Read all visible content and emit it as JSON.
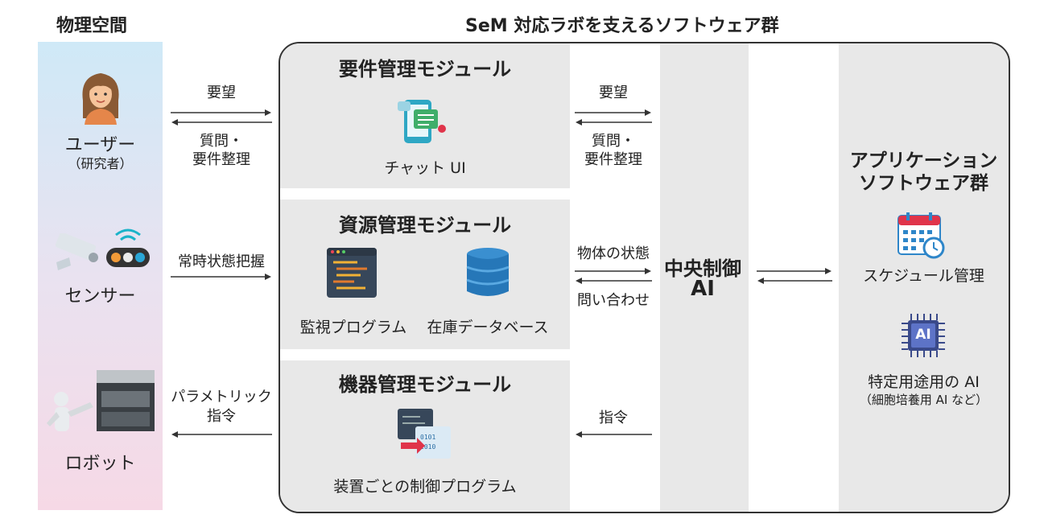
{
  "headings": {
    "physical": "物理空間",
    "software": "SeM 対応ラボを支えるソフトウェア群"
  },
  "physical": {
    "user": {
      "label": "ユーザー",
      "sub": "（研究者）"
    },
    "sensor": {
      "label": "センサー"
    },
    "robot": {
      "label": "ロボット"
    }
  },
  "left_arrows": {
    "user_to": "要望",
    "user_back_1": "質問・",
    "user_back_2": "要件整理",
    "sensor": "常時状態把握",
    "robot_1": "パラメトリック",
    "robot_2": "指令"
  },
  "modules": {
    "requirements": {
      "title": "要件管理モジュール",
      "item": "チャット UI"
    },
    "resources": {
      "title": "資源管理モジュール",
      "item1": "監視プログラム",
      "item2": "在庫データベース"
    },
    "devices": {
      "title": "機器管理モジュール",
      "item": "装置ごとの制御プログラム"
    }
  },
  "mid_arrows": {
    "req_to": "要望",
    "req_back_1": "質問・",
    "req_back_2": "要件整理",
    "res_1": "物体の状態",
    "res_2": "問い合わせ",
    "dev": "指令"
  },
  "central": {
    "line1": "中央制御",
    "line2": "AI"
  },
  "apps": {
    "title1": "アプリケーション",
    "title2": "ソフトウェア群",
    "schedule": "スケジュール管理",
    "ai1": "特定用途用の AI",
    "ai2": "（細胞培養用 AI など）",
    "ai_icon_text": "AI"
  },
  "colors": {
    "accent_red": "#c0262d",
    "band_gray": "#e8e8e8"
  }
}
